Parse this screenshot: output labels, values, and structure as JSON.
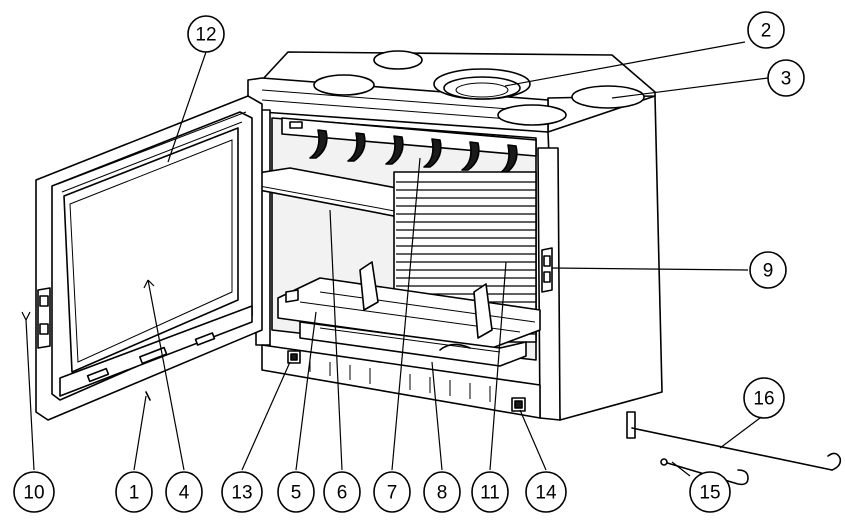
{
  "callouts": [
    {
      "id": "12",
      "label": "12"
    },
    {
      "id": "2",
      "label": "2"
    },
    {
      "id": "3",
      "label": "3"
    },
    {
      "id": "9",
      "label": "9"
    },
    {
      "id": "16",
      "label": "16"
    },
    {
      "id": "15",
      "label": "15"
    },
    {
      "id": "10",
      "label": "10"
    },
    {
      "id": "1",
      "label": "1"
    },
    {
      "id": "4",
      "label": "4"
    },
    {
      "id": "13",
      "label": "13"
    },
    {
      "id": "5",
      "label": "5"
    },
    {
      "id": "6",
      "label": "6"
    },
    {
      "id": "7",
      "label": "7"
    },
    {
      "id": "8",
      "label": "8"
    },
    {
      "id": "11",
      "label": "11"
    },
    {
      "id": "14",
      "label": "14"
    }
  ]
}
